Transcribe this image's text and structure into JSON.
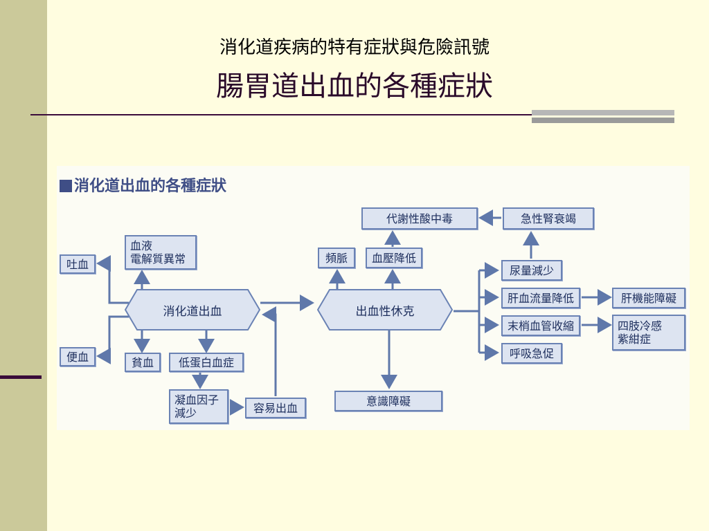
{
  "slide": {
    "subtitle": "消化道疾病的特有症狀與危險訊號",
    "title": "腸胃道出血的各種症狀"
  },
  "figure": {
    "title": "消化道出血的各種症狀",
    "nodes": {
      "gi_bleeding": "消化道出血",
      "hemorrhagic_shock": "出血性休克",
      "vomiting_blood": "吐血",
      "electrolyte": "血液\n電解質異常",
      "bloody_stool": "便血",
      "anemia": "貧血",
      "hypoproteinemia": "低蛋白血症",
      "clotting_factor": "凝血因子\n減少",
      "easy_bleeding": "容易出血",
      "tachycardia": "頻脈",
      "hypotension": "血壓降低",
      "metabolic_acidosis": "代謝性酸中毒",
      "acute_renal_failure": "急性腎衰竭",
      "oliguria": "尿量減少",
      "hepatic_flow": "肝血流量降低",
      "liver_dysfunction": "肝機能障礙",
      "peripheral_vasoconstriction": "末梢血管收縮",
      "cold_limbs": "四肢冷感\n紫紺症",
      "dyspnea": "呼吸急促",
      "consciousness": "意識障礙"
    }
  },
  "colors": {
    "box_fill": "#dde4f1",
    "box_border": "#6a82b4",
    "text": "#1c2d5c",
    "title_accent": "#3f4e86"
  }
}
